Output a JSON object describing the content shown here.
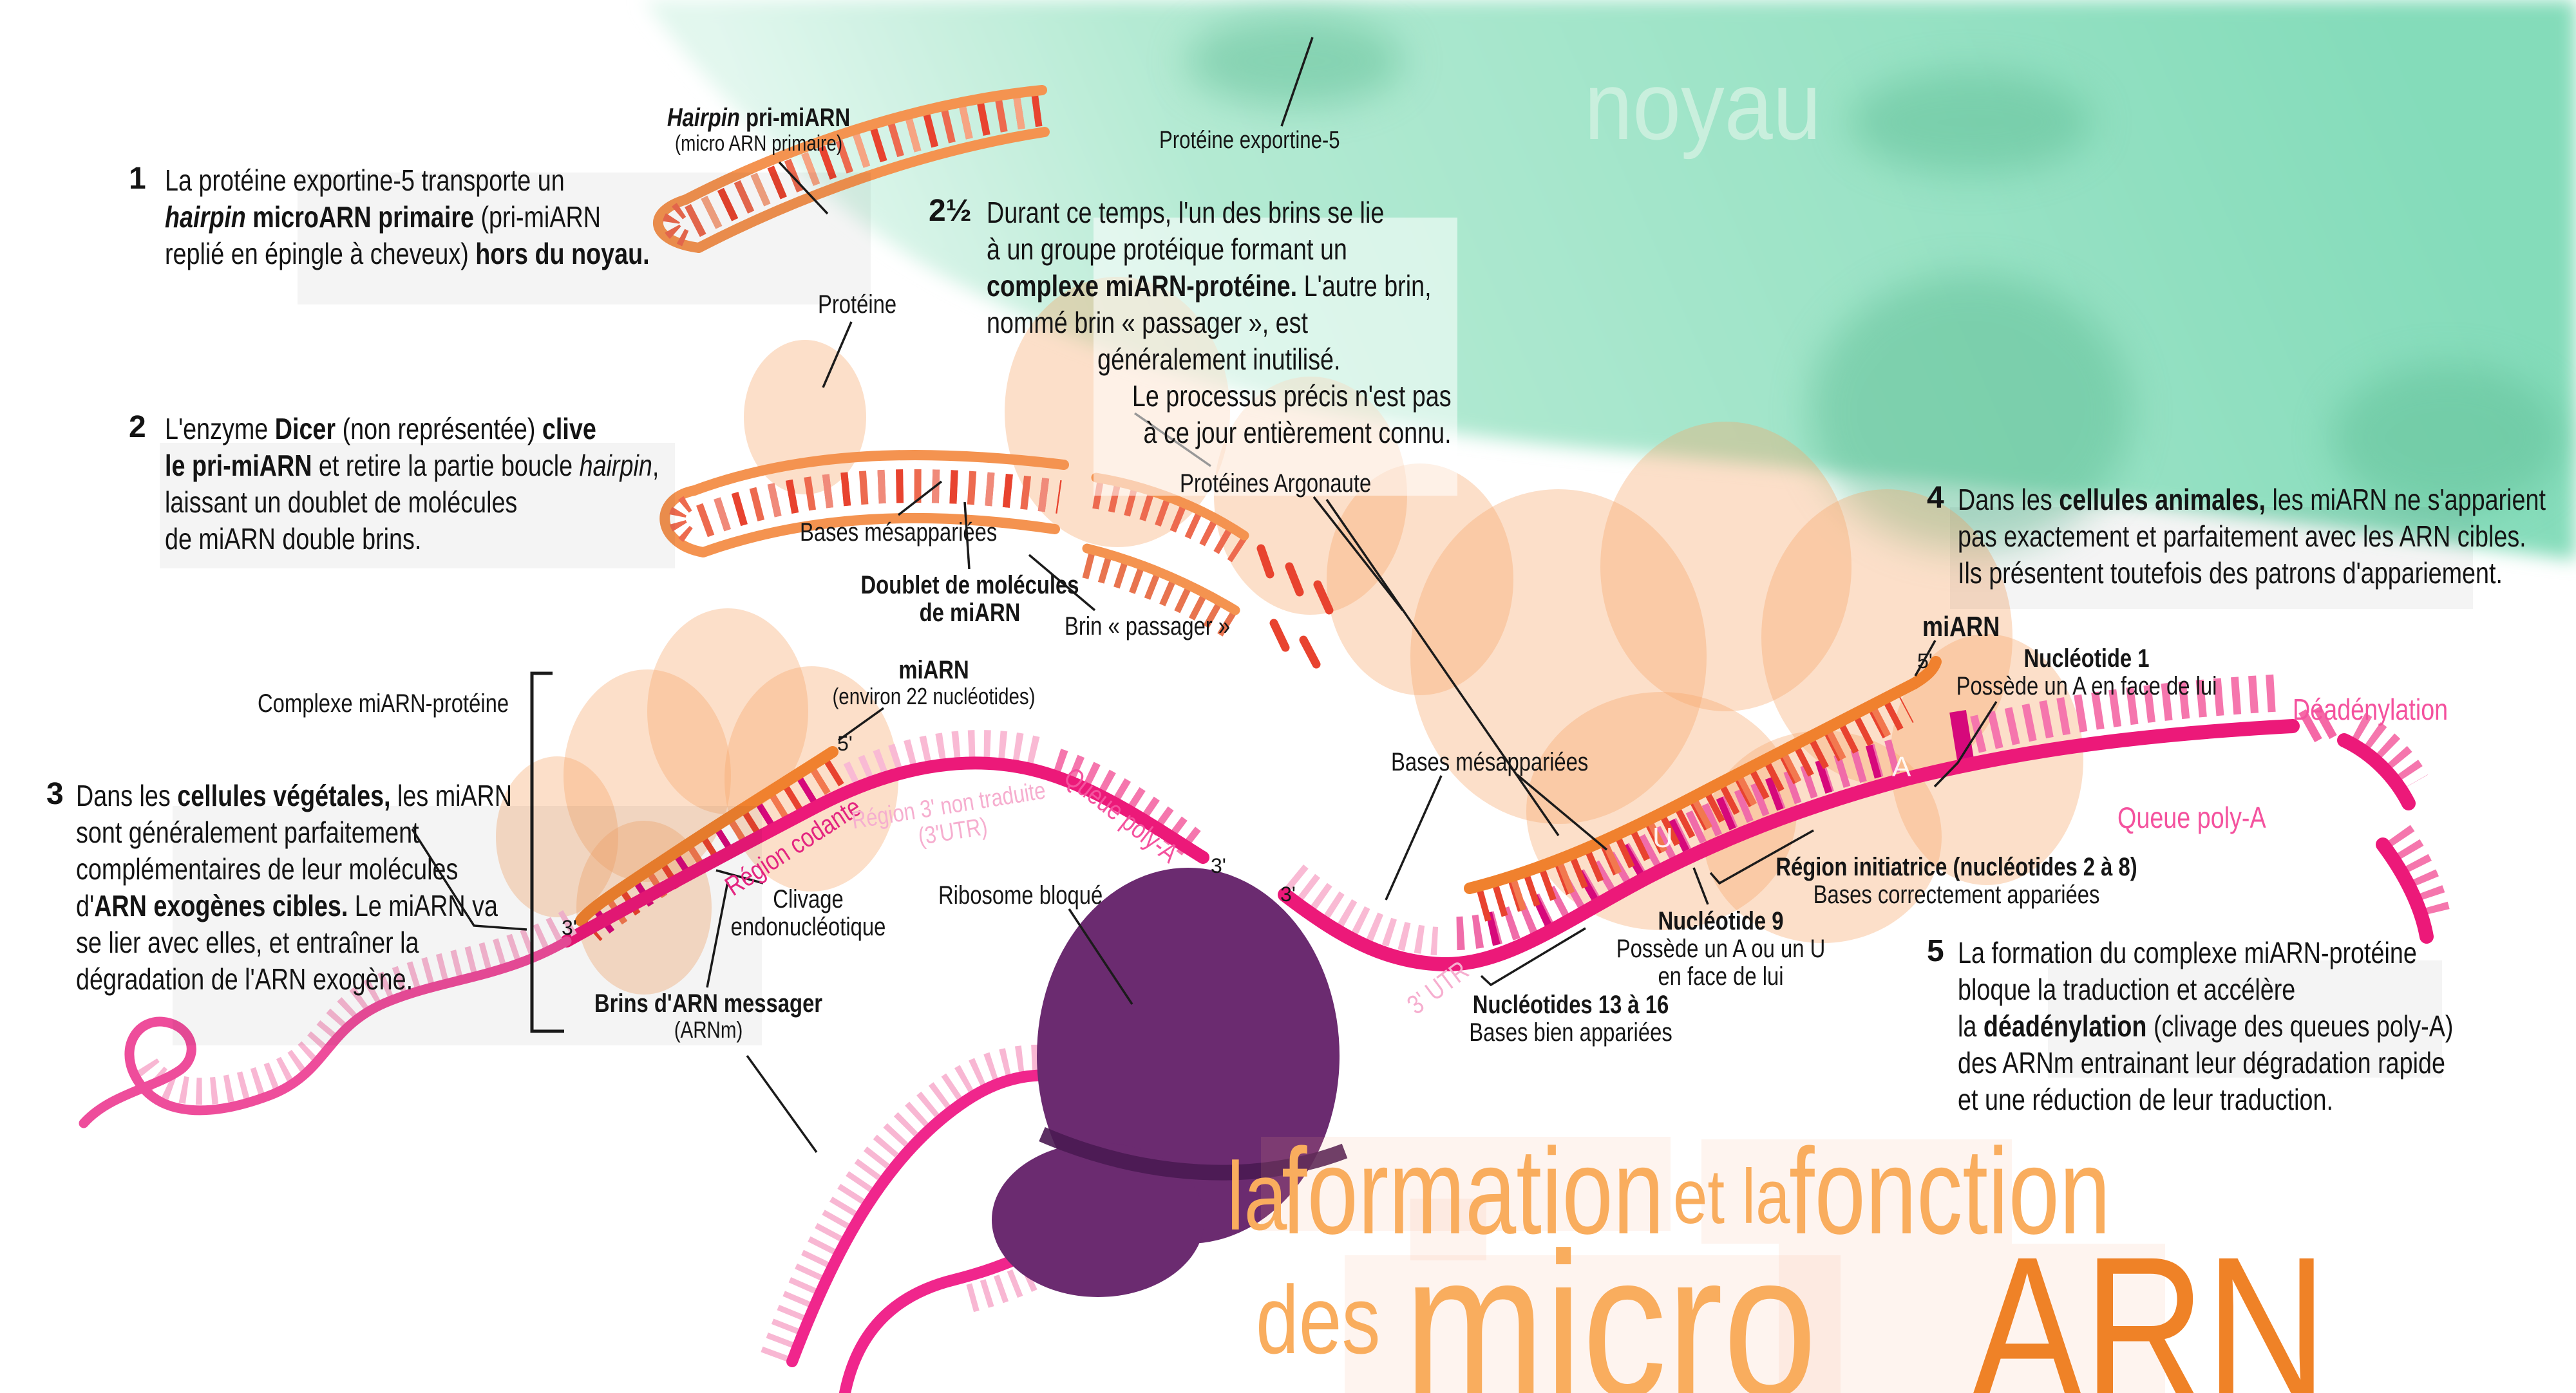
{
  "nucleus": {
    "watermark": "noyau"
  },
  "colors": {
    "nucleus_green": "#9fe2c4",
    "nucleus_dark": "#5fbe95",
    "nucleus_text": "#c9efdd",
    "strand_orange": "#f0812e",
    "strand_orange_light": "#f49350",
    "teeth_red": "#e8432f",
    "teeth_salmon": "#ed6a4f",
    "mrna_magenta": "#ec1979",
    "teeth_pink": "#f576ad",
    "teeth_lightpink": "#f9bad4",
    "tooth_dark_magenta": "#d6087b",
    "ribosome_purple": "#6b2b70",
    "label_pink": "#f4529e",
    "label_lightpink": "#f6aecf",
    "label_magenta": "#e42580",
    "title_light_orange": "#f9ad5e",
    "title_deep_orange": "#ef8227",
    "text": "#141414"
  },
  "steps": {
    "s1": {
      "num": "1",
      "lines": [
        {
          "s": [
            {
              "t": "La protéine exportine-5 transporte un"
            }
          ]
        },
        {
          "s": [
            {
              "t": "hairpin",
              "b": 1,
              "i": 1
            },
            {
              "t": " microARN primaire",
              "b": 1
            },
            {
              "t": " (pri-miARN"
            }
          ]
        },
        {
          "s": [
            {
              "t": "replié en épingle à cheveux) "
            },
            {
              "t": "hors du noyau.",
              "b": 1
            }
          ]
        }
      ]
    },
    "s2h": {
      "num": "2½",
      "lines": [
        {
          "s": [
            {
              "t": "Durant ce temps, l'un des brins se lie"
            }
          ]
        },
        {
          "s": [
            {
              "t": "à un groupe protéique formant un"
            }
          ]
        },
        {
          "s": [
            {
              "t": "complexe miARN-protéine.",
              "b": 1
            },
            {
              "t": " L'autre brin,"
            }
          ]
        },
        {
          "s": [
            {
              "t": "nommé brin « passager », est"
            }
          ]
        },
        {
          "a": "c",
          "s": [
            {
              "t": "généralement inutilisé."
            }
          ]
        },
        {
          "a": "r",
          "s": [
            {
              "t": "Le processus précis n'est pas"
            }
          ]
        },
        {
          "a": "r",
          "s": [
            {
              "t": "à ce jour entièrement connu."
            }
          ]
        }
      ]
    },
    "s2": {
      "num": "2",
      "lines": [
        {
          "s": [
            {
              "t": "L'enzyme "
            },
            {
              "t": "Dicer",
              "b": 1
            },
            {
              "t": " (non représentée) "
            },
            {
              "t": "clive",
              "b": 1
            }
          ]
        },
        {
          "s": [
            {
              "t": "le pri-miARN",
              "b": 1
            },
            {
              "t": " et retire la partie boucle "
            },
            {
              "t": "hairpin",
              "i": 1
            },
            {
              "t": ","
            }
          ]
        },
        {
          "s": [
            {
              "t": "laissant un doublet de molécules"
            }
          ]
        },
        {
          "s": [
            {
              "t": "de miARN double brins."
            }
          ]
        }
      ]
    },
    "s3": {
      "num": "3",
      "lines": [
        {
          "s": [
            {
              "t": "Dans les "
            },
            {
              "t": "cellules végétales,",
              "b": 1
            },
            {
              "t": " les miARN"
            }
          ]
        },
        {
          "s": [
            {
              "t": "sont généralement parfaitement"
            }
          ]
        },
        {
          "s": [
            {
              "t": "complémentaires de leur molécules"
            }
          ]
        },
        {
          "s": [
            {
              "t": "d'"
            },
            {
              "t": "ARN exogènes cibles.",
              "b": 1
            },
            {
              "t": " Le miARN va"
            }
          ]
        },
        {
          "s": [
            {
              "t": "se lier avec elles, et entraîner la"
            }
          ]
        },
        {
          "s": [
            {
              "t": "dégradation de l'ARN exogène."
            }
          ]
        }
      ]
    },
    "s4": {
      "num": "4",
      "lines": [
        {
          "s": [
            {
              "t": "Dans les "
            },
            {
              "t": "cellules animales,",
              "b": 1
            },
            {
              "t": " les miARN ne s'apparient"
            }
          ]
        },
        {
          "s": [
            {
              "t": "pas exactement et parfaitement avec les ARN cibles."
            }
          ]
        },
        {
          "s": [
            {
              "t": "Ils présentent toutefois des patrons d'appariement."
            }
          ]
        }
      ]
    },
    "s5": {
      "num": "5",
      "lines": [
        {
          "s": [
            {
              "t": "La formation du complexe miARN-protéine"
            }
          ]
        },
        {
          "s": [
            {
              "t": "bloque la traduction et accélère"
            }
          ]
        },
        {
          "s": [
            {
              "t": "la "
            },
            {
              "t": "déadénylation",
              "b": 1
            },
            {
              "t": " (clivage des queues poly-A)"
            }
          ]
        },
        {
          "s": [
            {
              "t": "des ARNm entrainant leur dégradation rapide"
            }
          ]
        },
        {
          "s": [
            {
              "t": "et une réduction de leur traduction."
            }
          ]
        }
      ]
    }
  },
  "labels": {
    "hairpin_name": [
      {
        "a": "c",
        "s": [
          {
            "t": "Hairpin",
            "b": 1,
            "i": 1
          },
          {
            "t": " pri-miARN",
            "b": 1
          }
        ]
      },
      {
        "a": "c",
        "sz": 34,
        "s": [
          {
            "t": "(micro ARN primaire)"
          }
        ]
      }
    ],
    "exportine": "Protéine exportine-5",
    "proteine": "Protéine",
    "bases_mes1": "Bases mésappariées",
    "doublet": [
      {
        "a": "c",
        "s": [
          {
            "t": "Doublet de molécules",
            "b": 1
          }
        ]
      },
      {
        "a": "c",
        "s": [
          {
            "t": "de miARN",
            "b": 1
          }
        ]
      }
    ],
    "brin_passager": "Brin « passager »",
    "argonaute": "Protéines Argonaute",
    "complexe": "Complexe miARN-protéine",
    "miarn22": [
      {
        "a": "c",
        "s": [
          {
            "t": "miARN",
            "b": 1
          }
        ]
      },
      {
        "a": "c",
        "sz": 36,
        "s": [
          {
            "t": "(environ 22 nucléotides)"
          }
        ]
      }
    ],
    "p5_left": "5'",
    "p3_left": "3'",
    "p3_mid": "3'",
    "p3_right": "3'",
    "p5_right": "5'",
    "region_codante": "Région codante",
    "region_3nt": [
      {
        "a": "c",
        "s": [
          {
            "t": "Région 3' non traduite"
          }
        ]
      },
      {
        "a": "c",
        "s": [
          {
            "t": "(3'UTR)"
          }
        ]
      }
    ],
    "queue_polya_left": "Queue poly-A",
    "clivage": [
      {
        "a": "c",
        "s": [
          {
            "t": "Clivage"
          }
        ]
      },
      {
        "a": "c",
        "s": [
          {
            "t": "endonucléotique"
          }
        ]
      }
    ],
    "ribosome": "Ribosome bloqué",
    "brins_arnm": [
      {
        "a": "c",
        "s": [
          {
            "t": "Brins d'ARN messager",
            "b": 1
          }
        ]
      },
      {
        "a": "c",
        "sz": 36,
        "s": [
          {
            "t": "(ARNm)"
          }
        ]
      }
    ],
    "miarn_right": "miARN",
    "nuc1": [
      {
        "a": "c",
        "s": [
          {
            "t": "Nucléotide 1",
            "b": 1
          }
        ]
      },
      {
        "a": "c",
        "s": [
          {
            "t": "Possède un A en face de lui"
          }
        ]
      }
    ],
    "deadenylation": "Déadénylation",
    "queue_polya_right": "Queue poly-A",
    "bases_mes2": "Bases mésappariées",
    "region_init": [
      {
        "a": "c",
        "s": [
          {
            "t": "Région initiatrice (nucléotides 2 à 8)",
            "b": 1
          }
        ]
      },
      {
        "a": "c",
        "s": [
          {
            "t": "Bases correctement appariées"
          }
        ]
      }
    ],
    "nuc9": [
      {
        "a": "c",
        "s": [
          {
            "t": "Nucléotide 9",
            "b": 1
          }
        ]
      },
      {
        "a": "c",
        "s": [
          {
            "t": "Possède un A ou un U"
          }
        ]
      },
      {
        "a": "c",
        "s": [
          {
            "t": "en face de lui"
          }
        ]
      }
    ],
    "nuc13": [
      {
        "a": "c",
        "s": [
          {
            "t": "Nucléotides 13 à 16",
            "b": 1
          }
        ]
      },
      {
        "a": "c",
        "s": [
          {
            "t": "Bases bien appariées"
          }
        ]
      }
    ],
    "utr3": "3' UTR",
    "letter_a": "A",
    "letter_u": "U"
  },
  "title": {
    "la": "la",
    "formation": "formation",
    "et_la": "et la",
    "fonction": "fonction",
    "des": "des",
    "micro": "micro",
    "arn": "ARN"
  }
}
